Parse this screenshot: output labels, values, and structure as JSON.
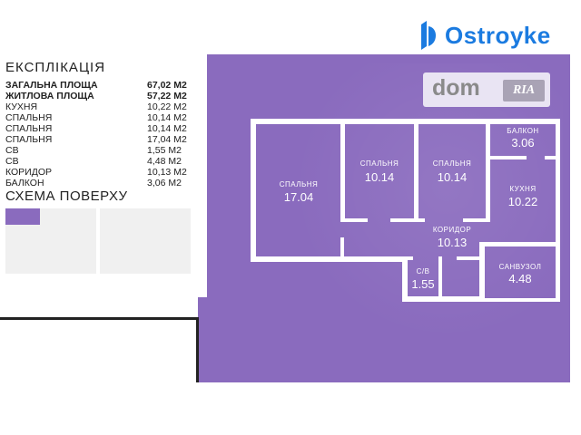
{
  "brand": {
    "name": "Ostroyke"
  },
  "watermark": {
    "dom": "dom",
    "ria": "RIA"
  },
  "legend": {
    "title": "ЕКСПЛІКАЦІЯ",
    "rows": [
      {
        "name": "ЗАГАЛЬНА ПЛОЩА",
        "value": "67,02 М2",
        "bold": true
      },
      {
        "name": "ЖИТЛОВА ПЛОЩА",
        "value": "57,22 М2",
        "bold": true
      },
      {
        "name": "КУХНЯ",
        "value": "10,22 М2"
      },
      {
        "name": "СПАЛЬНЯ",
        "value": "10,14 М2"
      },
      {
        "name": "СПАЛЬНЯ",
        "value": "10,14 М2"
      },
      {
        "name": "СПАЛЬНЯ",
        "value": "17,04 М2"
      },
      {
        "name": "СВ",
        "value": "1,55 М2"
      },
      {
        "name": "СВ",
        "value": "4,48 М2"
      },
      {
        "name": "КОРИДОР",
        "value": "10,13 М2"
      },
      {
        "name": "БАЛКОН",
        "value": "3,06 М2"
      }
    ],
    "scheme_title": "СХЕМА ПОВЕРХУ"
  },
  "rooms": {
    "bedroom_large": {
      "label": "СПАЛЬНЯ",
      "area": "17.04"
    },
    "bedroom_2": {
      "label": "СПАЛЬНЯ",
      "area": "10.14"
    },
    "bedroom_3": {
      "label": "СПАЛЬНЯ",
      "area": "10.14"
    },
    "balcony": {
      "label": "БАЛКОН",
      "area": "3.06"
    },
    "kitchen": {
      "label": "КУХНЯ",
      "area": "10.22"
    },
    "corridor": {
      "label": "КОРИДОР",
      "area": "10.13"
    },
    "bathroom": {
      "label": "САНВУЗОЛ",
      "area": "4.48"
    },
    "wc": {
      "label": "С/В",
      "area": "1.55"
    }
  },
  "colors": {
    "plan_background": "#8a6bbe",
    "brand_blue": "#1b7be0"
  }
}
